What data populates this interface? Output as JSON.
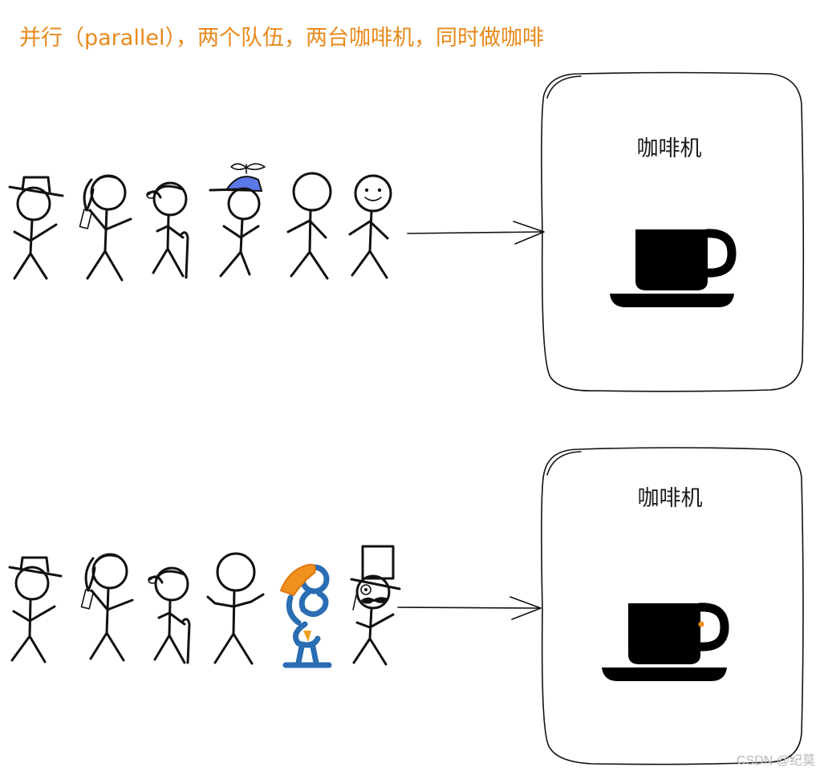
{
  "title": "并行（parallel），两个队伍，两台咖啡机，同时做咖啡",
  "machines": [
    {
      "label": "咖啡机"
    },
    {
      "label": "咖啡机"
    }
  ],
  "watermark": "CSDN @纪莫",
  "colors": {
    "title": "#e8891c",
    "ink": "#111111",
    "propeller_cap": "#5a78e6",
    "shrug_person": "#2a6db3",
    "shrug_accent": "#f0901e"
  },
  "queues": [
    {
      "people": [
        "hat-person-icon",
        "ponytail-phone-person-icon",
        "old-person-cane-icon",
        "propeller-cap-person-icon",
        "plain-person-icon",
        "smiley-person-icon"
      ]
    },
    {
      "people": [
        "hat-person-icon",
        "ponytail-phone-person-icon",
        "old-person-cane-icon",
        "shrug-person-icon",
        "thinking-person-icon",
        "top-hat-monocle-person-icon"
      ]
    }
  ]
}
